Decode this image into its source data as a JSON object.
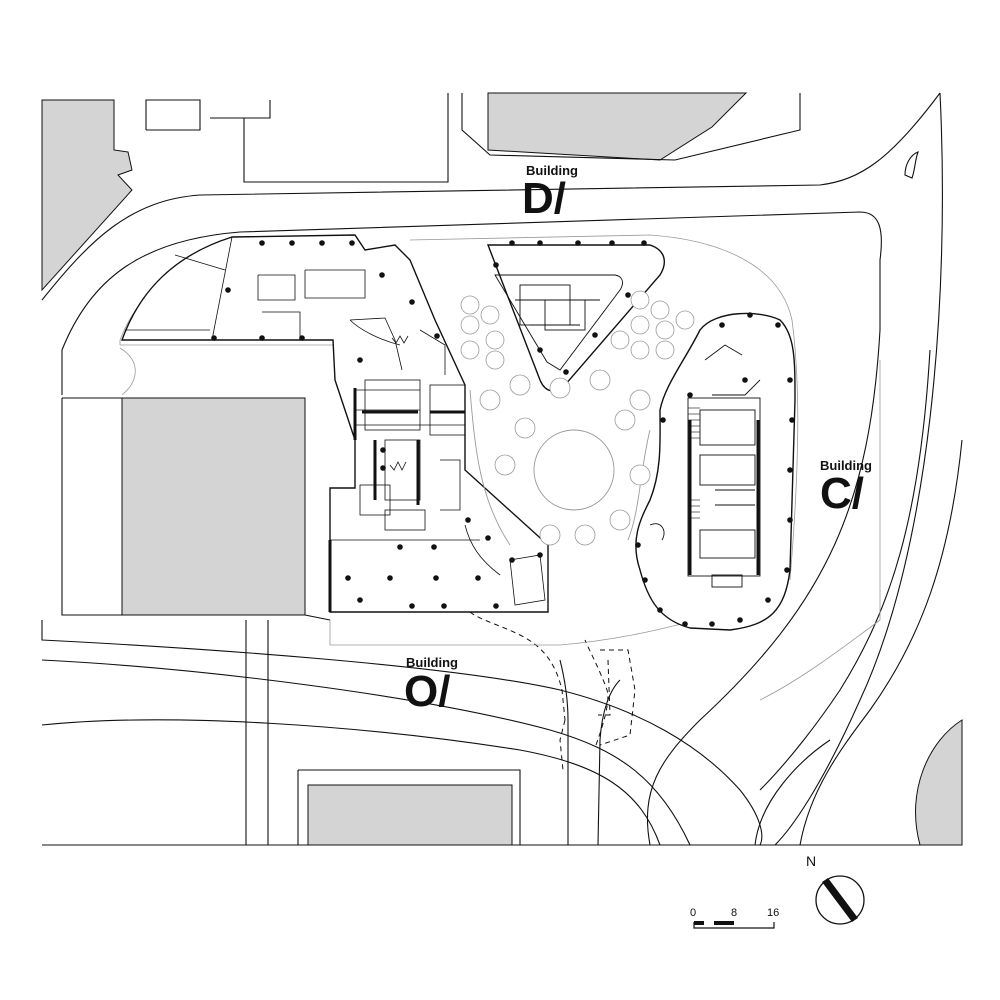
{
  "buildings": [
    {
      "id": "D",
      "word": "Building",
      "letter": "D/"
    },
    {
      "id": "C",
      "word": "Building",
      "letter": "C/"
    },
    {
      "id": "O",
      "word": "Building",
      "letter": "O/"
    }
  ],
  "scale_bar": {
    "ticks": [
      "0",
      "8",
      "16"
    ]
  },
  "north_arrow": {
    "label": "N"
  },
  "colors": {
    "massing": "#d4d4d4",
    "line": "#111111",
    "thin": "#9a9a9a"
  }
}
